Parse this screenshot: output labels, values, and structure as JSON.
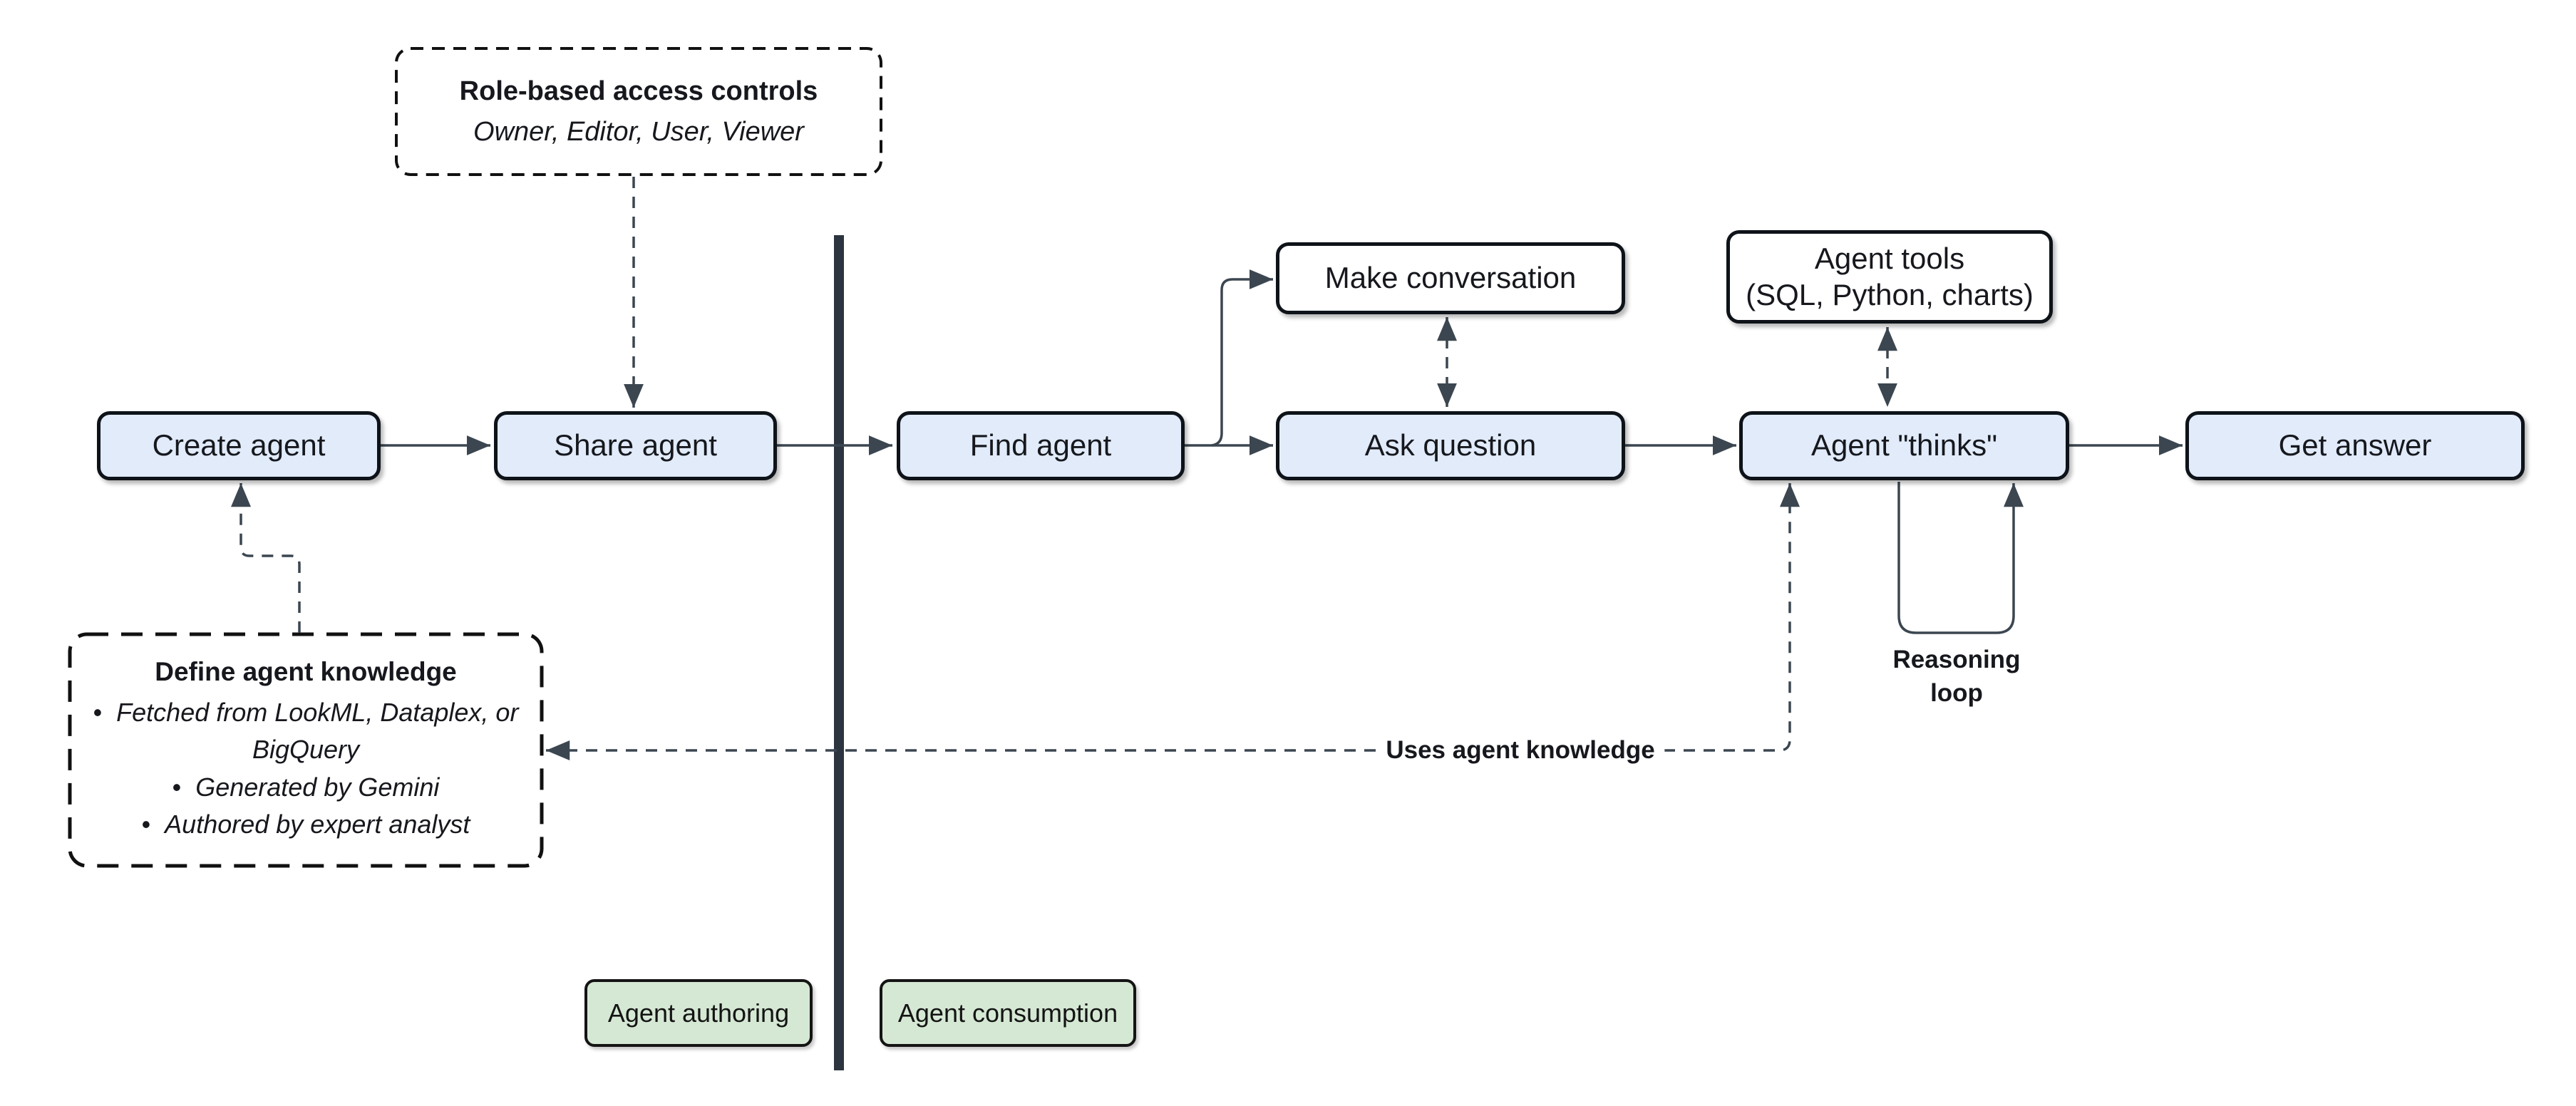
{
  "diagram": {
    "title_hint": "Agent authoring and consumption flow",
    "colors": {
      "node_fill_blue": "#e1ebfa",
      "node_fill_white": "#ffffff",
      "tag_fill_green": "#d5e8d4",
      "border": "#0e1319",
      "connector": "#3b4650",
      "divider": "#2c353f",
      "text": "#16181d"
    },
    "nodes": {
      "create_agent": "Create agent",
      "share_agent": "Share agent",
      "find_agent": "Find agent",
      "make_conversation": "Make conversation",
      "ask_question": "Ask question",
      "agent_tools_line1": "Agent tools",
      "agent_tools_line2": "(SQL, Python, charts)",
      "agent_thinks": "Agent \"thinks\"",
      "get_answer": "Get answer"
    },
    "notes": {
      "access": {
        "title": "Role-based access controls",
        "roles": "Owner, Editor, User, Viewer"
      },
      "knowledge": {
        "title": "Define agent knowledge",
        "bullets": [
          "Fetched from LookML, Dataplex, or BigQuery",
          "Generated by Gemini",
          "Authored by expert analyst"
        ]
      }
    },
    "labels": {
      "uses_knowledge": "Uses agent knowledge",
      "reasoning_loop": "Reasoning loop",
      "agent_authoring": "Agent authoring",
      "agent_consumption": "Agent consumption"
    }
  }
}
